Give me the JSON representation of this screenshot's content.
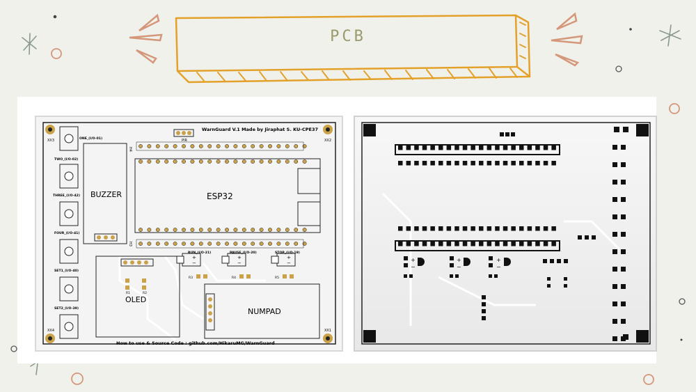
{
  "slide": {
    "title": "PCB",
    "accent_color": "#e3a12a",
    "deco_color": "#d4977a"
  },
  "pcb_front": {
    "header_text": "WarnGuard V.1 Made by Jiraphat S. KU-CPE37",
    "footer_text": "How to use & Source Code : github.com/HikaruMG/WarnGuard",
    "modules": {
      "buzzer": "BUZZER",
      "esp32": "ESP32",
      "oled": "OLED",
      "numpad": "NUMPAD"
    },
    "button_labels": [
      "ONE_(I/O-01)",
      "TWO_(I/O-02)",
      "THREE_(I/O-42)",
      "FOUR_(I/O-41)",
      "SET1_(I/O-40)",
      "SET2_(I/O-39)"
    ],
    "led_labels": [
      "RUN_(I/O-21)",
      "PAUSE_(I/O-20)",
      "STOP_(I/O-19)"
    ],
    "resistor_labels": [
      "R3",
      "R4",
      "R5",
      "R1",
      "R2"
    ],
    "header_labels": [
      "H4",
      "H3",
      "PIR"
    ],
    "corner_labels": [
      "XX3",
      "XX2",
      "XX4",
      "XX1"
    ]
  }
}
